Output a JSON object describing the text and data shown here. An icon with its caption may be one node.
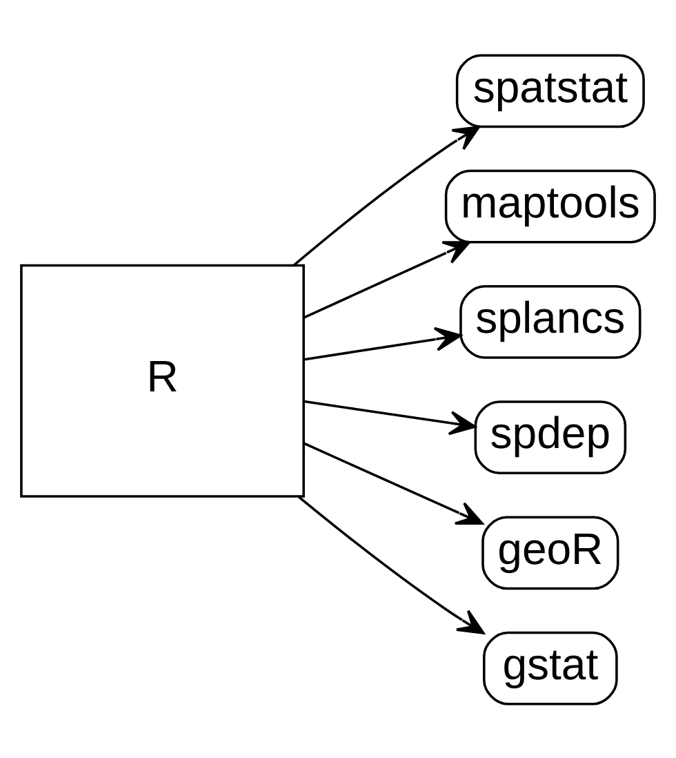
{
  "diagram": {
    "nodes": [
      {
        "text": [
          "R"
        ]
      },
      {
        "text": [
          "spatstat"
        ]
      },
      {
        "text": [
          "maptools"
        ]
      },
      {
        "text": [
          "splancs"
        ]
      },
      {
        "text": [
          "spdep"
        ]
      },
      {
        "text": [
          "geoR"
        ]
      },
      {
        "text": [
          "gstat"
        ]
      }
    ],
    "edges": [
      {
        "from": 0,
        "to": 1,
        "arrow": "to"
      },
      {
        "from": 0,
        "to": 2,
        "arrow": "to"
      },
      {
        "from": 0,
        "to": 3,
        "arrow": "to"
      },
      {
        "from": 0,
        "to": 4,
        "arrow": "to"
      },
      {
        "from": 0,
        "to": 5,
        "arrow": "to"
      },
      {
        "from": 0,
        "to": 6,
        "arrow": "to"
      }
    ]
  }
}
